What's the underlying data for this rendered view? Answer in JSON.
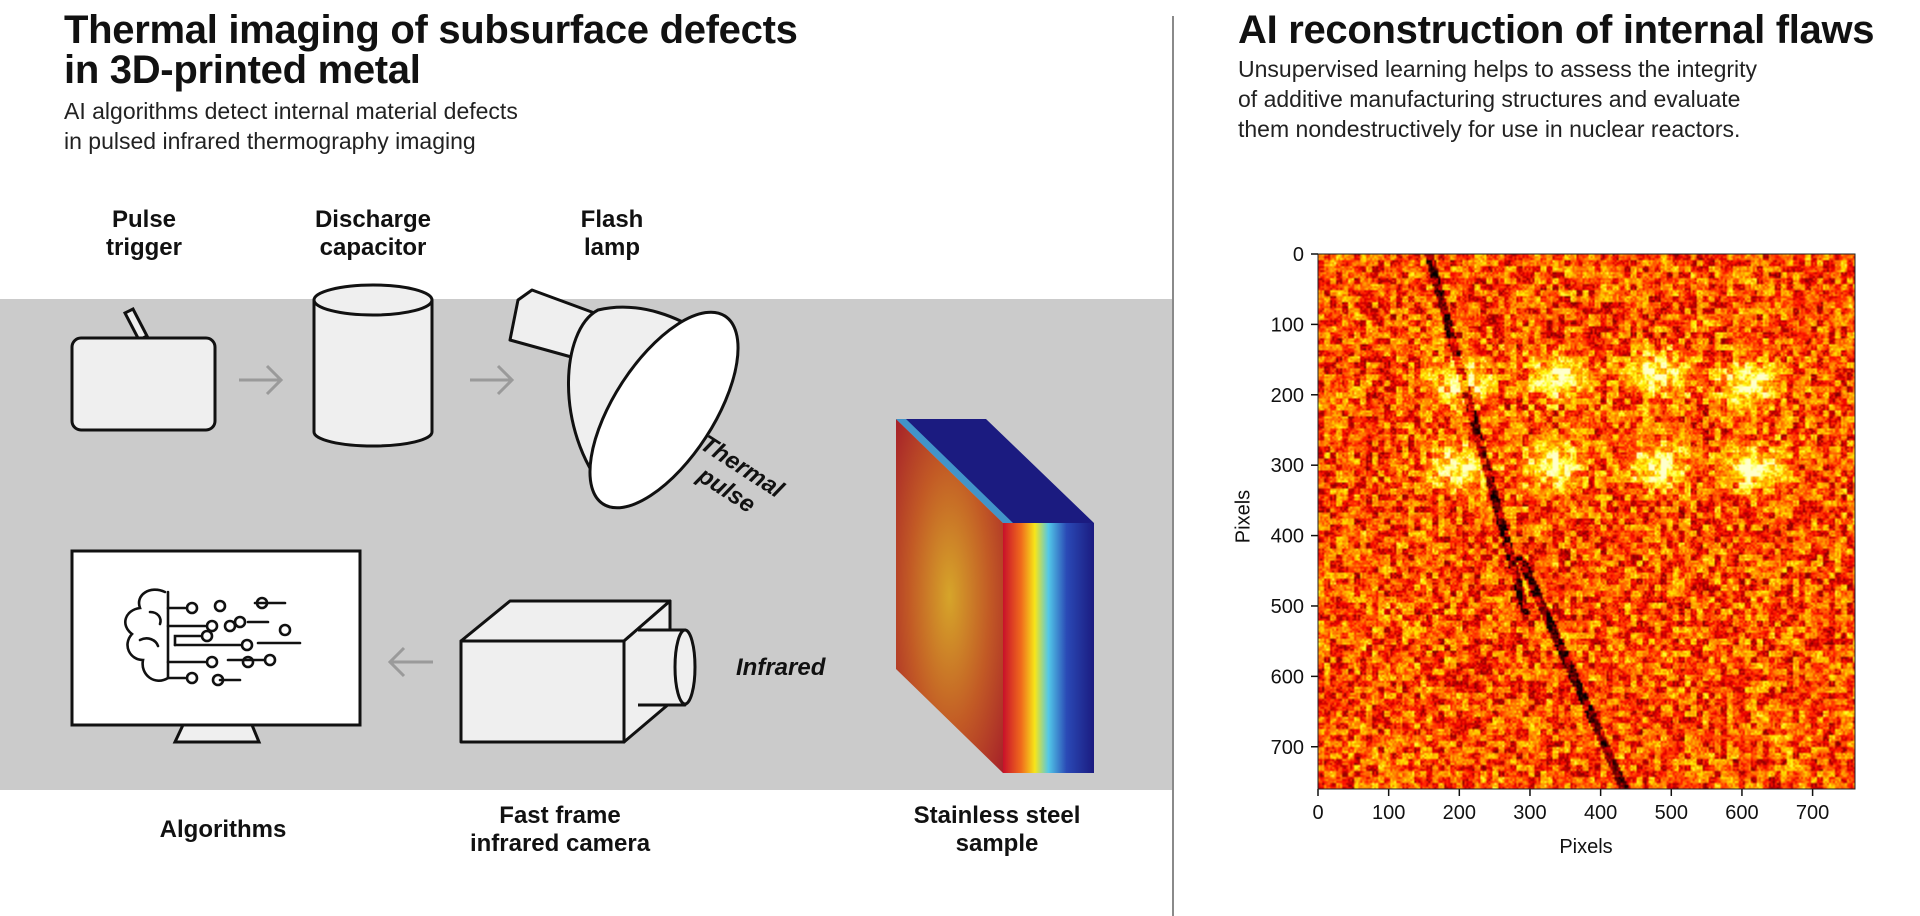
{
  "left": {
    "title_line1": "Thermal imaging of subsurface defects",
    "title_line2": "in 3D-printed metal",
    "subtitle_line1": "AI algorithms detect internal material defects",
    "subtitle_line2": "in pulsed infrared thermography imaging",
    "labels": {
      "pulse_trigger": [
        "Pulse",
        "trigger"
      ],
      "discharge_capacitor": [
        "Discharge",
        "capacitor"
      ],
      "flash_lamp": [
        "Flash",
        "lamp"
      ],
      "thermal_pulse": [
        "Thermal",
        "pulse"
      ],
      "infrared": "Infrared",
      "algorithms": "Algorithms",
      "camera": [
        "Fast frame",
        "infrared camera"
      ],
      "sample": [
        "Stainless steel",
        "sample"
      ]
    },
    "colors": {
      "band": "#cbcbcb",
      "device_fill": "#efefef",
      "arrow": "#9a9a9a"
    }
  },
  "right": {
    "title": "AI reconstruction of internal flaws",
    "subtitle_line1": "Unsupervised learning helps to assess the integrity",
    "subtitle_line2": "of additive manufacturing structures and evaluate",
    "subtitle_line3": "them nondestructively for use in nuclear reactors.",
    "chart_data": {
      "type": "heatmap",
      "xlabel": "Pixels",
      "ylabel": "Pixels",
      "xlim": [
        0,
        700
      ],
      "ylim": [
        0,
        700
      ],
      "x_ticks": [
        "0",
        "100",
        "200",
        "300",
        "400",
        "500",
        "600",
        "700"
      ],
      "y_ticks": [
        "0",
        "100",
        "200",
        "300",
        "400",
        "500",
        "600",
        "700"
      ],
      "colormap": "hot",
      "bright_spots": [
        {
          "x": 200,
          "y": 180
        },
        {
          "x": 340,
          "y": 175
        },
        {
          "x": 480,
          "y": 170
        },
        {
          "x": 610,
          "y": 180
        },
        {
          "x": 200,
          "y": 300
        },
        {
          "x": 330,
          "y": 300
        },
        {
          "x": 480,
          "y": 300
        },
        {
          "x": 610,
          "y": 300
        }
      ]
    }
  }
}
